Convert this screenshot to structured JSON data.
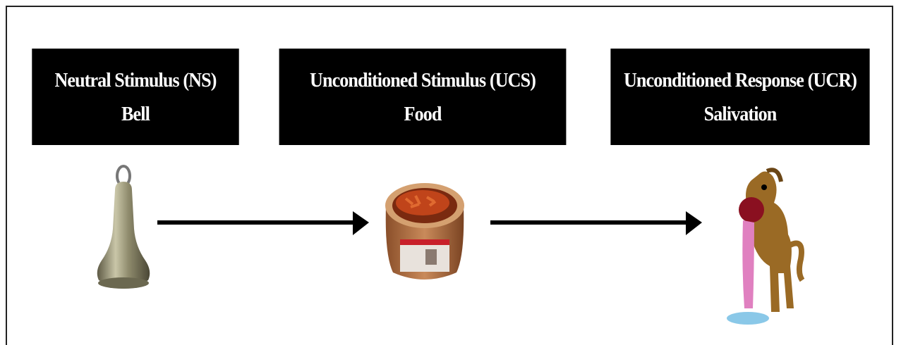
{
  "boxes": [
    {
      "title": "Neutral Stimulus (NS)",
      "subtitle": "Bell"
    },
    {
      "title": "Unconditioned Stimulus (UCS)",
      "subtitle": "Food"
    },
    {
      "title": "Unconditioned Response (UCR)",
      "subtitle": "Salivation"
    }
  ],
  "colors": {
    "box": "#000000",
    "text": "#ffffff",
    "arrow": "#000000"
  },
  "icons": [
    "bell-icon",
    "dog-food-bowl-icon",
    "salivating-dog-icon"
  ]
}
